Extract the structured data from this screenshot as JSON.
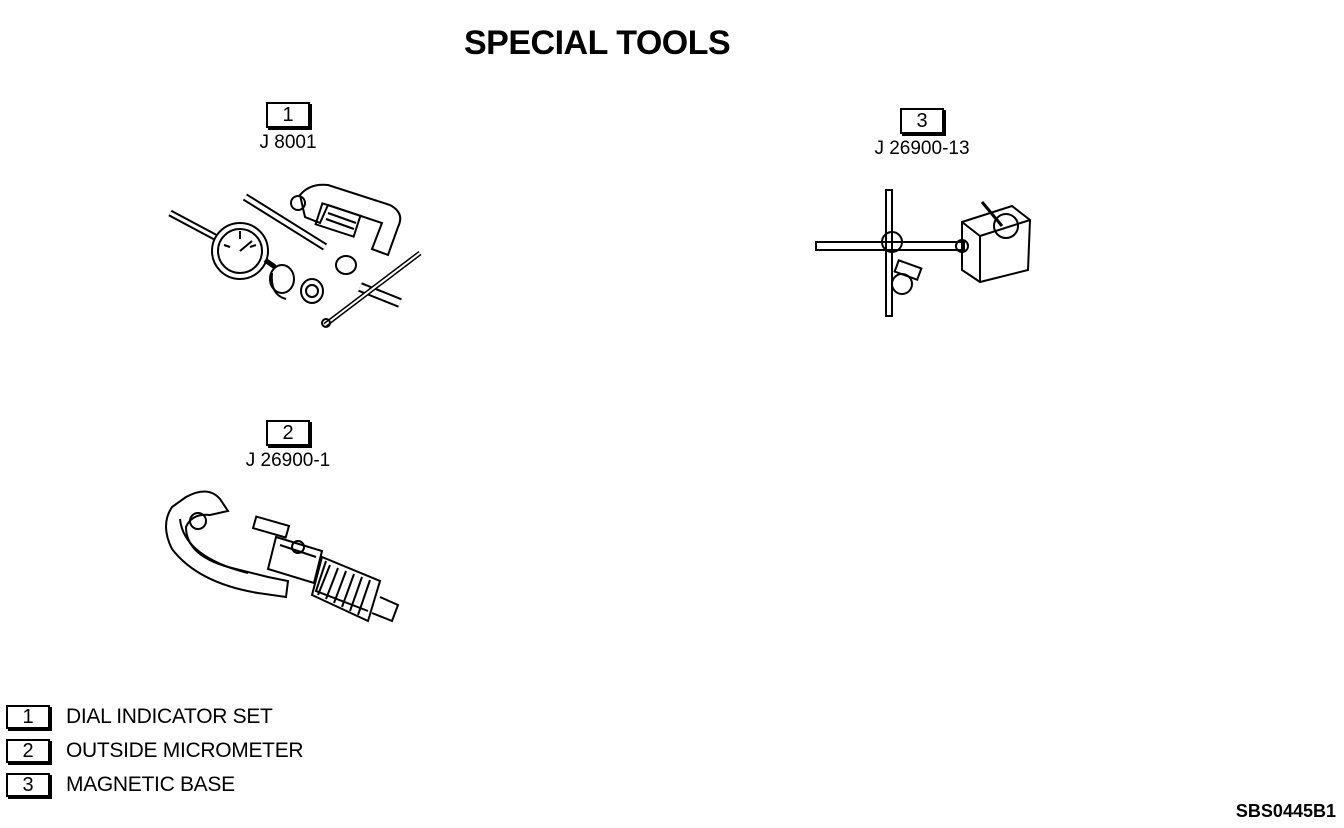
{
  "page": {
    "title": "SPECIAL TOOLS",
    "figure_ref": "SBS0445B1"
  },
  "tools": [
    {
      "number": "1",
      "part_no": "J 8001",
      "icon": "dial-indicator-set-illustration"
    },
    {
      "number": "2",
      "part_no": "J 26900-1",
      "icon": "outside-micrometer-illustration"
    },
    {
      "number": "3",
      "part_no": "J 26900-13",
      "icon": "magnetic-base-illustration"
    }
  ],
  "legend": [
    {
      "number": "1",
      "label": "DIAL INDICATOR SET"
    },
    {
      "number": "2",
      "label": "OUTSIDE MICROMETER"
    },
    {
      "number": "3",
      "label": "MAGNETIC BASE"
    }
  ]
}
